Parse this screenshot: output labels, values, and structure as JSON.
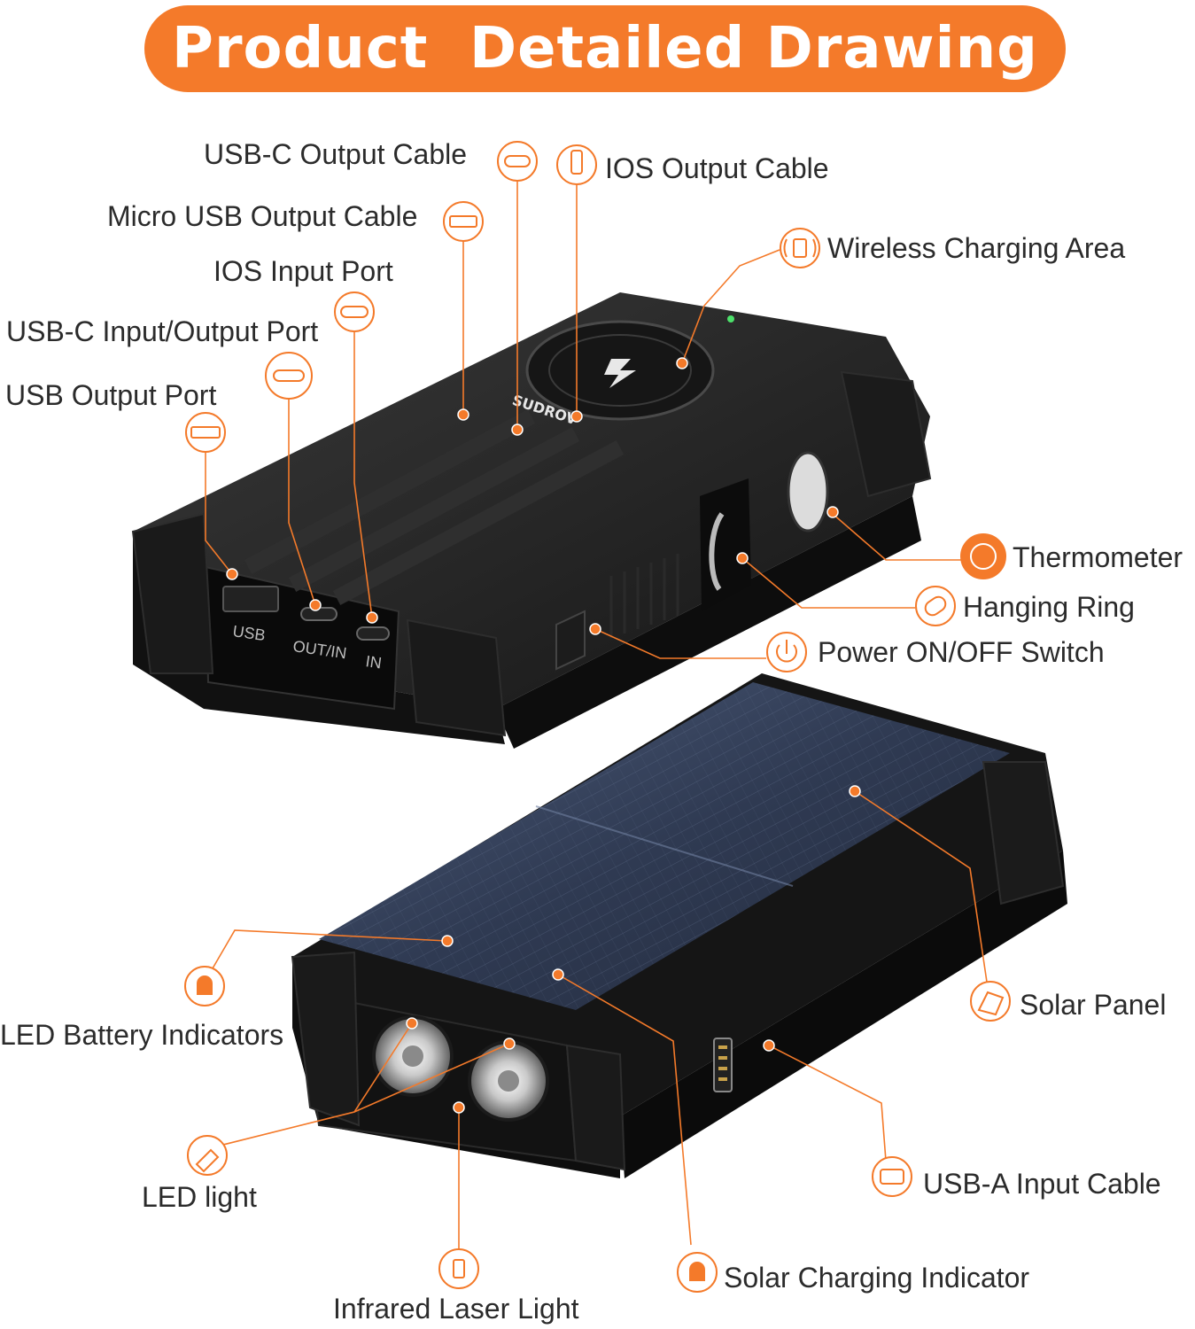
{
  "title": "Product  Detailed Drawing",
  "brand": "SUDROV",
  "port_labels": {
    "usb": "USB",
    "outin": "OUT/IN",
    "in": "IN"
  },
  "callouts": {
    "usb_c_output_cable": "USB-C Output Cable",
    "ios_output_cable": "IOS Output Cable",
    "micro_usb_output_cable": "Micro USB Output Cable",
    "wireless_charging_area": "Wireless Charging Area",
    "ios_input_port": "IOS Input Port",
    "usb_c_input_output_port": "USB-C Input/Output Port",
    "usb_output_port": "USB Output Port",
    "thermometer": "Thermometer",
    "hanging_ring": "Hanging Ring",
    "power_switch": "Power ON/OFF Switch",
    "solar_panel": "Solar Panel",
    "led_battery_indicators": "LED Battery Indicators",
    "led_light": "LED light",
    "usb_a_input_cable": "USB-A Input Cable",
    "infrared_laser_light": "Infrared Laser Light",
    "solar_charging_indicator": "Solar Charging Indicator"
  },
  "colors": {
    "accent": "#f47a2a",
    "device": "#1e1e1e",
    "panel": "#3a4660",
    "text": "#2b2b2b"
  }
}
